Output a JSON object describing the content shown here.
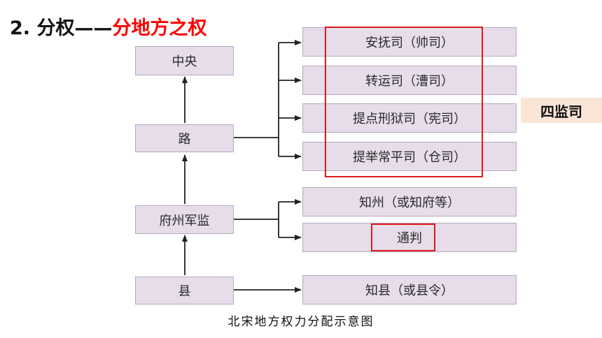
{
  "heading": {
    "prefix": "2. 分权——",
    "highlight": "分地方之权"
  },
  "left_boxes": {
    "central": "中央",
    "route": "路",
    "prefecture": "府州军监",
    "county": "县"
  },
  "route_offices": [
    "安抚司（帅司）",
    "转运司（漕司）",
    "提点刑狱司（宪司）",
    "提举常平司（仓司）"
  ],
  "prefecture_offices": [
    "知州（或知府等）",
    "通判"
  ],
  "county_office": "知县（或县令）",
  "badge": "四监司",
  "caption": "北宋地方权力分配示意图",
  "colors": {
    "box_fill": "#e6dcea",
    "highlight_red": "#ff0000",
    "frame_red": "#e0191b",
    "badge_fill": "#fbe5d6"
  }
}
